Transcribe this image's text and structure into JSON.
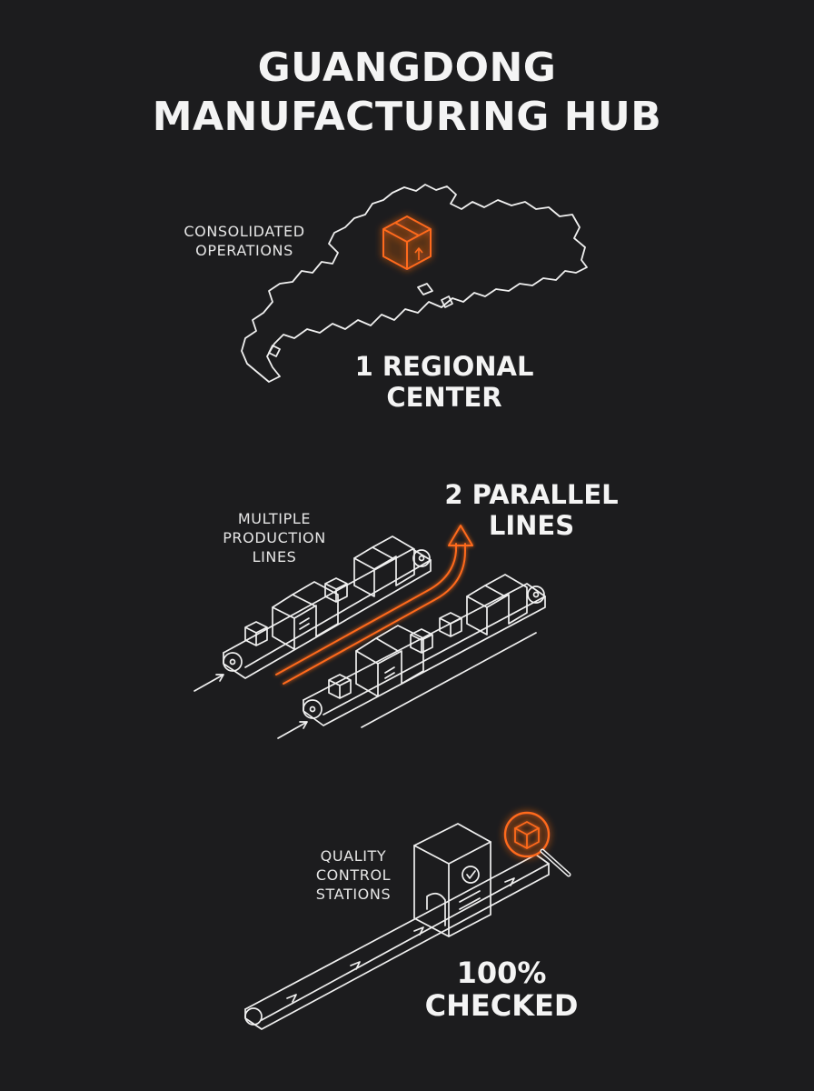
{
  "title": {
    "line1": "GUANGDONG",
    "line2": "MANUFACTURING HUB"
  },
  "colors": {
    "background": "#1c1c1e",
    "line": "#f2f2f2",
    "accent": "#ff6a1a"
  },
  "section1": {
    "label": {
      "line1": "CONSOLIDATED",
      "line2": "OPERATIONS"
    },
    "stat": {
      "line1": "1 REGIONAL",
      "line2": "CENTER"
    },
    "icons": [
      "province-map-icon",
      "package-box-icon"
    ]
  },
  "section2": {
    "label": {
      "line1": "MULTIPLE",
      "line2": "PRODUCTION",
      "line3": "LINES"
    },
    "stat": {
      "line1": "2 PARALLEL",
      "line2": "LINES"
    },
    "icons": [
      "conveyor-belt-icon",
      "upward-arrow-icon"
    ]
  },
  "section3": {
    "label": {
      "line1": "QUALITY",
      "line2": "CONTROL",
      "line3": "STATIONS"
    },
    "stat": {
      "line1": "100%",
      "line2": "CHECKED"
    },
    "icons": [
      "inspection-gate-icon",
      "magnifier-box-icon"
    ]
  }
}
